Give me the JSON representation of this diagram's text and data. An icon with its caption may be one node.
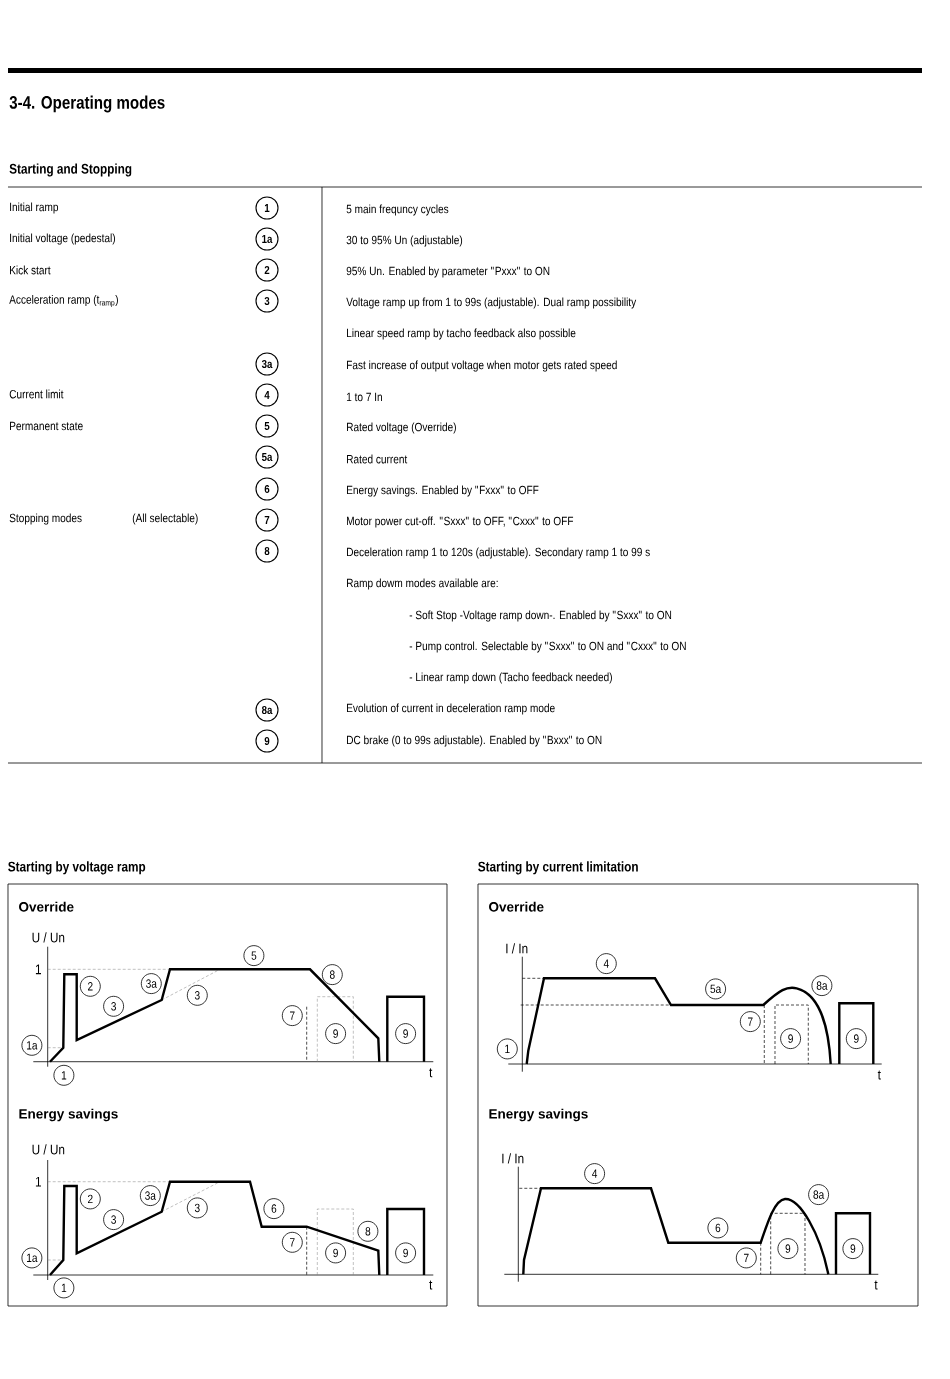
{
  "diagram": {
    "title": "3-4. Operating modes",
    "nodes": [
      {
        "text": [
          "1"
        ]
      },
      {
        "text": [
          "1a"
        ]
      },
      {
        "text": [
          "2"
        ]
      },
      {
        "text": [
          "3"
        ]
      },
      {
        "text": [
          "3a"
        ]
      },
      {
        "text": [
          "4"
        ]
      },
      {
        "text": [
          "5"
        ]
      },
      {
        "text": [
          "5a"
        ]
      },
      {
        "text": [
          "6"
        ]
      },
      {
        "text": [
          "7"
        ]
      },
      {
        "text": [
          "8"
        ]
      },
      {
        "text": [
          "8a"
        ]
      },
      {
        "text": [
          "9"
        ]
      },
      {
        "text": [
          "Starting by voltage ramp"
        ]
      },
      {
        "text": [
          "1a"
        ],
        "in": 13
      },
      {
        "text": [
          "1"
        ],
        "in": 13
      },
      {
        "text": [
          "2"
        ],
        "in": 13
      },
      {
        "text": [
          "3"
        ],
        "in": 13
      },
      {
        "text": [
          "3a"
        ],
        "in": 13
      },
      {
        "text": [
          "3"
        ],
        "in": 13
      },
      {
        "text": [
          "5"
        ],
        "in": 13
      },
      {
        "text": [
          "8"
        ],
        "in": 13
      },
      {
        "text": [
          "7"
        ],
        "in": 13
      },
      {
        "text": [
          "9"
        ],
        "in": 13
      },
      {
        "text": [
          "9"
        ],
        "in": 13
      },
      {
        "text": [
          "1a"
        ],
        "in": 13
      },
      {
        "text": [
          "1"
        ],
        "in": 13
      },
      {
        "text": [
          "2"
        ],
        "in": 13
      },
      {
        "text": [
          "3"
        ],
        "in": 13
      },
      {
        "text": [
          "3a"
        ],
        "in": 13
      },
      {
        "text": [
          "3"
        ],
        "in": 13
      },
      {
        "text": [
          "6"
        ],
        "in": 13
      },
      {
        "text": [
          "7"
        ],
        "in": 13
      },
      {
        "text": [
          "9"
        ],
        "in": 13
      },
      {
        "text": [
          "8"
        ],
        "in": 13
      },
      {
        "text": [
          "9"
        ],
        "in": 13
      },
      {
        "text": [
          "Starting by current limitation"
        ]
      },
      {
        "text": [
          "4"
        ],
        "in": 36
      },
      {
        "text": [
          "5a"
        ],
        "in": 36
      },
      {
        "text": [
          "8a"
        ],
        "in": 36
      },
      {
        "text": [
          "7"
        ],
        "in": 36
      },
      {
        "text": [
          "9"
        ],
        "in": 36
      },
      {
        "text": [
          "9"
        ],
        "in": 36
      },
      {
        "text": [
          "1"
        ],
        "in": 36
      },
      {
        "text": [
          "4"
        ],
        "in": 36
      },
      {
        "text": [
          "6"
        ],
        "in": 36
      },
      {
        "text": [
          "8a"
        ],
        "in": 36
      },
      {
        "text": [
          "7"
        ],
        "in": 36
      },
      {
        "text": [
          "9"
        ],
        "in": 36
      },
      {
        "text": [
          "9"
        ],
        "in": 36
      }
    ],
    "labels": [
      "Starting and Stopping",
      "Initial ramp",
      "5 main frequncy cycles",
      "Initial voltage (pedestal)",
      "30 to 95% Un (adjustable)",
      "Kick start",
      "95% Un. Enabled by parameter \"Pxxx\" to ON",
      "Acceleration ramp (t$_{ramp}$)",
      "Voltage ramp up from 1 to 99s (adjustable). Dual ramp possibility",
      "Linear speed ramp by tacho feedback also possible",
      "Fast increase of output voltage when motor gets rated speed",
      "Current limit",
      "1 to 7 In",
      "Permanent state",
      "Rated voltage (Override)",
      "Rated current",
      "Energy savings. Enabled by \"Fxxx\" to OFF",
      "Stopping modes",
      "(All selectable)",
      "Motor power cut-off. \"Sxxx\" to OFF, \"Cxxx\" to OFF",
      "Deceleration ramp 1 to 120s (adjustable). Secondary ramp 1 to 99 s",
      "Ramp dowm modes available are:",
      "- Soft Stop -Voltage ramp down-. Enabled by \"Sxxx\" to ON",
      "- Pump control. Selectable by \"Sxxx\" to ON and \"Cxxx\" to ON",
      "- Linear ramp down (Tacho feedback needed)",
      "Evolution of current in deceleration ramp mode",
      "DC brake (0 to 99s adjustable). Enabled by \"Bxxx\" to ON",
      "Override",
      "U / Un",
      "1",
      "t",
      "Energy savings",
      "U / Un",
      "1",
      "t",
      "Override",
      "I / In",
      "t",
      "Energy savings",
      "I / In",
      "t"
    ]
  }
}
